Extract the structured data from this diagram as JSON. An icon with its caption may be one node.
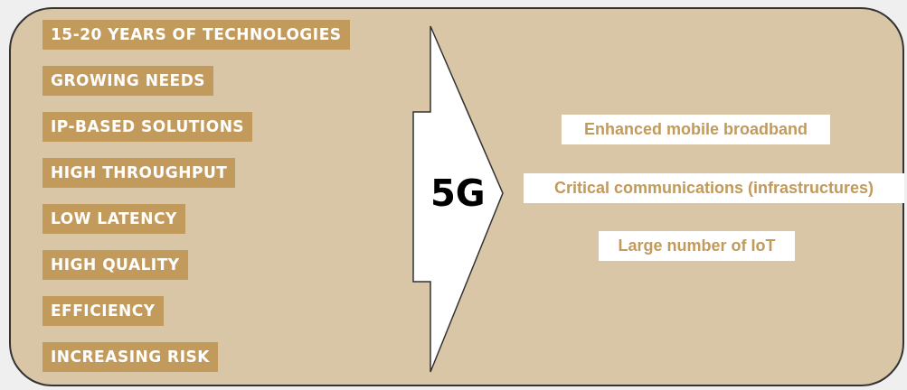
{
  "diagram": {
    "nodes": [
      {
        "text": [],
        "shape": "box"
      },
      {
        "text": [
          "15-20 YEARS OF TECHNOLOGIES"
        ],
        "in": 0
      },
      {
        "text": [
          "GROWING NEEDS"
        ],
        "in": 0
      },
      {
        "text": [
          "IP-BASED SOLUTIONS"
        ],
        "in": 0
      },
      {
        "text": [
          "HIGH THROUGHPUT"
        ],
        "in": 0
      },
      {
        "text": [
          "LOW LATENCY"
        ],
        "in": 0
      },
      {
        "text": [
          "HIGH QUALITY"
        ],
        "in": 0
      },
      {
        "text": [
          "EFFICIENCY"
        ],
        "in": 0
      },
      {
        "text": [
          "INCREASING RISK"
        ],
        "in": 0
      },
      {
        "text": [
          "5G"
        ],
        "in": 0
      },
      {
        "text": [
          "Enhanced mobile broadband"
        ],
        "in": 0
      },
      {
        "text": [
          "Critical communications (infrastructures)"
        ],
        "in": 0
      },
      {
        "text": [
          "Large number of IoT"
        ],
        "in": 0
      }
    ]
  }
}
